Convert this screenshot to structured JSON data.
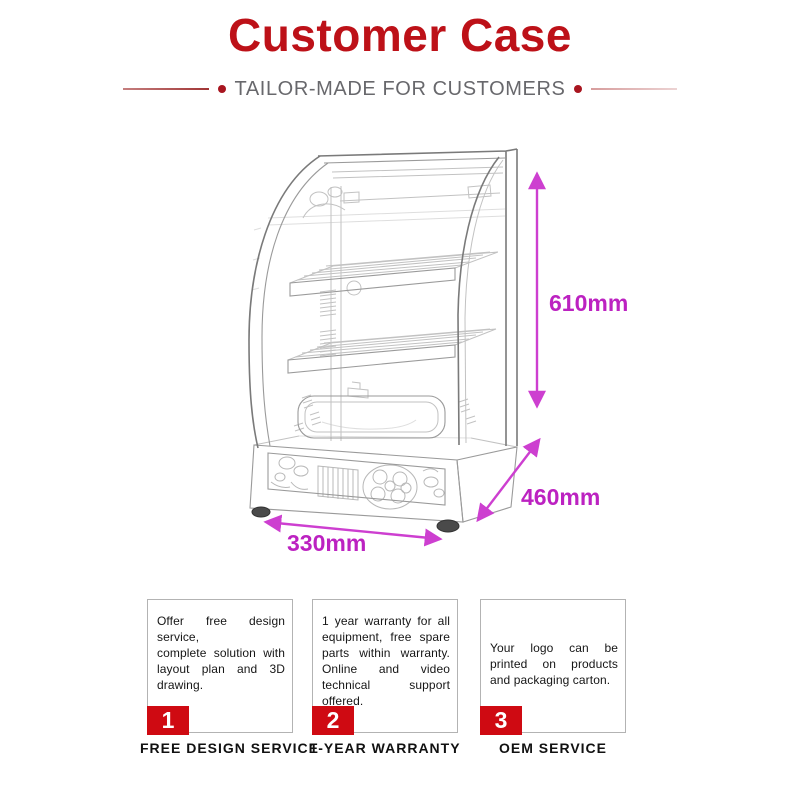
{
  "header": {
    "title": "Customer Case",
    "subtitle": "TAILOR-MADE FOR CUSTOMERS"
  },
  "diagram": {
    "sketch": "curved-glass countertop food warming display cabinet, line drawing with two wire shelves, warming tray and decorated base",
    "dimension_labels": {
      "height": "610mm",
      "depth": "460mm",
      "width": "330mm"
    }
  },
  "features": {
    "items": [
      {
        "number": "1",
        "description": "Offer free design service,\ncomplete solution with layout plan and 3D drawing.",
        "caption": "FREE DESIGN SERVICE"
      },
      {
        "number": "2",
        "description": "1 year warranty for all equipment, free spare parts within warranty. Online and video technical support offered.",
        "caption": "1-YEAR WARRANTY"
      },
      {
        "number": "3",
        "description": "Your logo can be printed on products and packaging carton.",
        "caption": "OEM SERVICE"
      }
    ]
  },
  "colors": {
    "brand_red": "#bd1118",
    "badge_red": "#cf0a12",
    "dimension_magenta": "#bc22c1",
    "subtitle_gray": "#68686c"
  }
}
